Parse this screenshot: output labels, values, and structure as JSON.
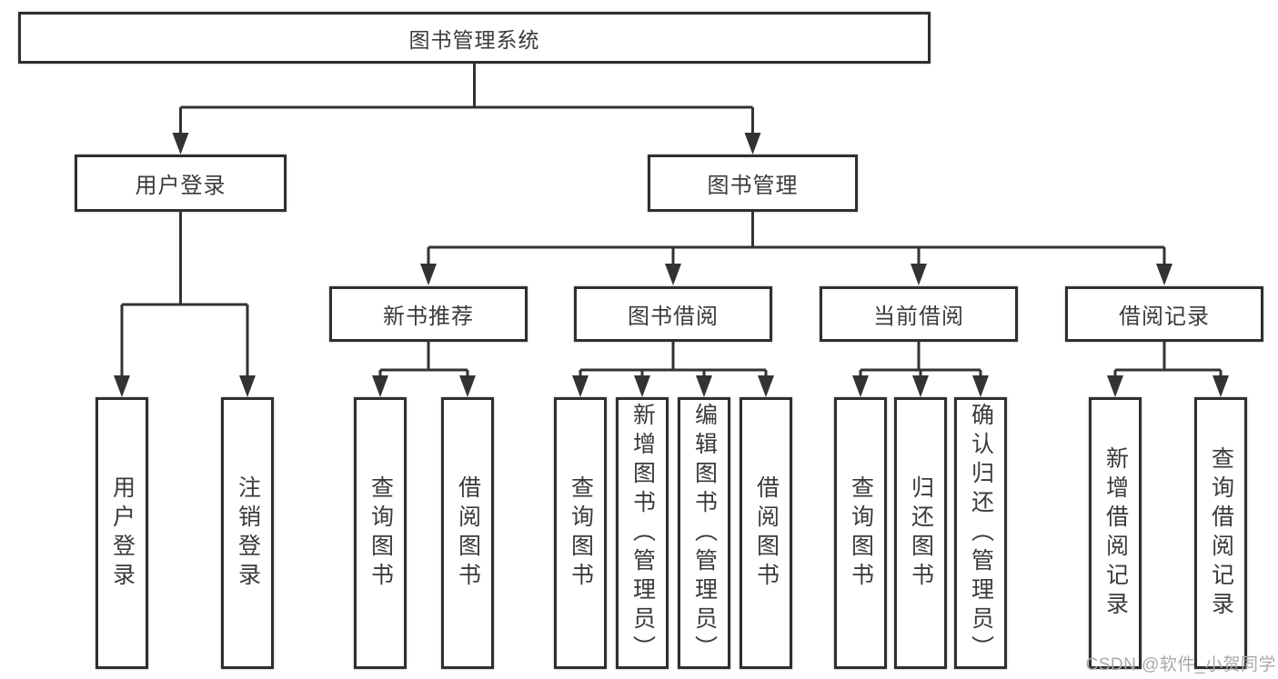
{
  "colors": {
    "line": "#333333",
    "border": "#2f2f2f",
    "text": "#3a3a3a",
    "watermark_text": "#a9a9a9",
    "background": "#ffffff"
  },
  "root": {
    "label": "图书管理系统"
  },
  "branches": [
    {
      "label": "用户登录",
      "leaves": [
        {
          "label": "用户登录"
        },
        {
          "label": "注销登录"
        }
      ]
    },
    {
      "label": "图书管理",
      "groups": [
        {
          "label": "新书推荐",
          "leaves": [
            {
              "label": "查询图书"
            },
            {
              "label": "借阅图书"
            }
          ]
        },
        {
          "label": "图书借阅",
          "leaves": [
            {
              "label": "查询图书"
            },
            {
              "label": "新增图书（管理员）"
            },
            {
              "label": "编辑图书（管理员）"
            },
            {
              "label": "借阅图书"
            }
          ]
        },
        {
          "label": "当前借阅",
          "leaves": [
            {
              "label": "查询图书"
            },
            {
              "label": "归还图书"
            },
            {
              "label": "确认归还（管理员）"
            }
          ]
        },
        {
          "label": "借阅记录",
          "leaves": [
            {
              "label": "新增借阅记录"
            },
            {
              "label": "查询借阅记录"
            }
          ]
        }
      ]
    }
  ],
  "watermark": {
    "text": "CSDN @软件_小贺同学"
  }
}
